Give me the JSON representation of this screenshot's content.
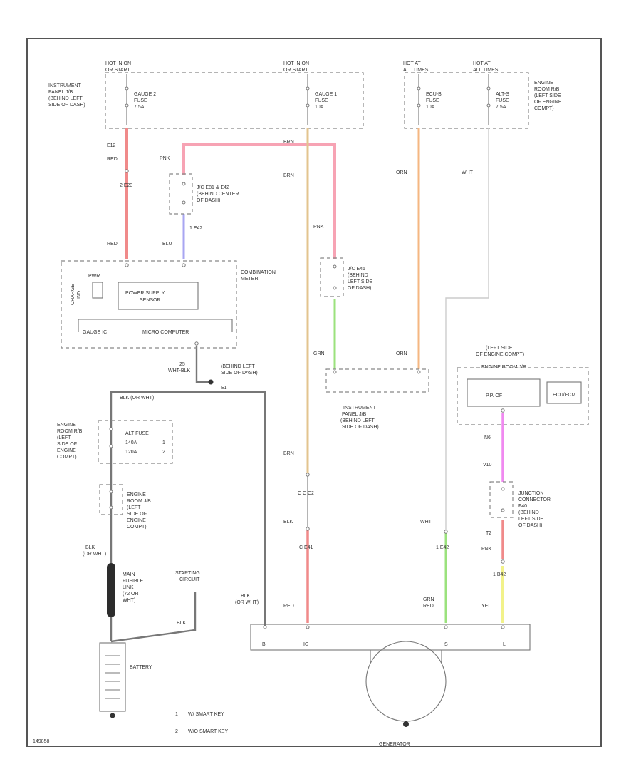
{
  "colors": {
    "red": "#f08a8a",
    "pink": "#f7a3b4",
    "tan": "#e3c48f",
    "orange": "#f5b782",
    "white": "#cccccc",
    "blue": "#a8a6f2",
    "green": "#9be27d",
    "magenta": "#f08af0",
    "yellow": "#f2f28a",
    "black": "#4a4a4a"
  },
  "power": {
    "hot1": [
      "HOT IN ON",
      "OR START"
    ],
    "hot2": [
      "HOT IN ON",
      "OR START"
    ],
    "hot3": [
      "HOT AT",
      "ALL TIMES"
    ],
    "hot4": [
      "HOT AT",
      "ALL TIMES"
    ]
  },
  "locations": {
    "ip_jb": [
      "INSTRUMENT",
      "PANEL J/B",
      "(BEHIND LEFT",
      "SIDE OF DASH)"
    ],
    "engine_relay_box": [
      "ENGINE",
      "ROOM R/B",
      "(LEFT SIDE",
      "OF ENGINE",
      "COMPT)"
    ],
    "jc_f": [
      "J/C E81 & E42",
      "(BEHIND CENTER",
      "OF DASH)"
    ],
    "jc_e45": [
      "J/C E45",
      "(BEHIND",
      "LEFT SIDE",
      "OF DASH)"
    ],
    "ip_jb2": [
      "INSTRUMENT",
      "PANEL J/B",
      "(BEHIND LEFT",
      "SIDE OF DASH)"
    ],
    "ground_e": [
      "(BEHIND LEFT",
      "SIDE OF DASH)"
    ],
    "engine_room_rb2": [
      "ENGINE",
      "ROOM R/B",
      "(LEFT",
      "SIDE OF",
      "ENGINE",
      "COMPT)"
    ],
    "engine_room_jb": [
      "ENGINE",
      "ROOM J/B",
      "(LEFT",
      "SIDE OF",
      "ENGINE",
      "COMPT)"
    ],
    "ecm_loc": [
      "(LEFT SIDE",
      "OF ENGINE COMPT)",
      "ENGINE ROOM J/B"
    ],
    "junction": [
      "JUNCTION",
      "CONNECTOR",
      "F40",
      "(BEHIND",
      "LEFT SIDE",
      "OF DASH)"
    ]
  },
  "fuses": {
    "gauge2": [
      "GAUGE 2",
      "FUSE",
      "7.5A"
    ],
    "gauge1": [
      "GAUGE 1",
      "FUSE",
      "10A"
    ],
    "ecu_b": [
      "ECU-B",
      "FUSE",
      "10A"
    ],
    "alt_s": [
      "ALT-S",
      "FUSE",
      "7.5A"
    ],
    "alt_fuse": [
      "ALT FUSE",
      "140A",
      "120A"
    ],
    "alt_fuse_refs": [
      "1",
      "2"
    ],
    "fusible_link": [
      "MAIN",
      "FUSIBLE",
      "LINK",
      "(72 OR",
      "WHT)"
    ]
  },
  "components": {
    "combination_meter": [
      "COMBINATION",
      "METER"
    ],
    "power_supply": [
      "POWER SUPPLY",
      "SENSOR"
    ],
    "micro_computer": "MICRO COMPUTER",
    "charge_ind": [
      "CHARGE",
      "IND"
    ],
    "gauge_ic": "GAUGE IC",
    "pwr_label": "PWR",
    "pp_of": "P.P. OF",
    "ecu_ecm": "ECU/ECM",
    "battery": "BATTERY",
    "generator": "GENERATOR",
    "starting_circuit": [
      "STARTING",
      "CIRCUIT"
    ]
  },
  "wires": {
    "gauge2_wire": [
      "E12",
      "RED"
    ],
    "jc_wire": "2 E23",
    "red_meter": "RED",
    "pink_top": "PNK",
    "brn_top": "BRN",
    "brn_mid": "BRN",
    "pink_mid": "PNK",
    "blu_wire": [
      "1 E42",
      "BLU"
    ],
    "orn_top": "ORN",
    "white_top": "WHT",
    "grn_wire": "GRN",
    "orn_low": "ORN",
    "wht_blk": [
      "25",
      "WHT-BLK"
    ],
    "e1_label": "E1",
    "blk_or_wht_top": "BLK (OR WHT)",
    "blk_or_wht_side": [
      "BLK",
      "(OR WHT)"
    ],
    "brn_low": "BRN",
    "conn_c": "C C C2",
    "blk_low": "BLK",
    "conn_d": "C E41",
    "red_gen": "RED",
    "blk_gen": [
      "BLK",
      "(OR WHT)"
    ],
    "blk_batt": "BLK",
    "wht_gen": "WHT",
    "conn_g": "1 E42",
    "grn_red": [
      "GRN",
      "RED"
    ],
    "pink_v": "N6",
    "v40": "V10",
    "t2": "T2",
    "pnk_low": "PNK",
    "conn_h": "1 B42",
    "yel_gen": "YEL",
    "gen_pins": [
      "B",
      "IG",
      "S",
      "L"
    ]
  },
  "notes": [
    "W/ SMART KEY",
    "W/O SMART KEY"
  ],
  "note_refs": [
    "1",
    "2"
  ],
  "diagram_id": "149858"
}
